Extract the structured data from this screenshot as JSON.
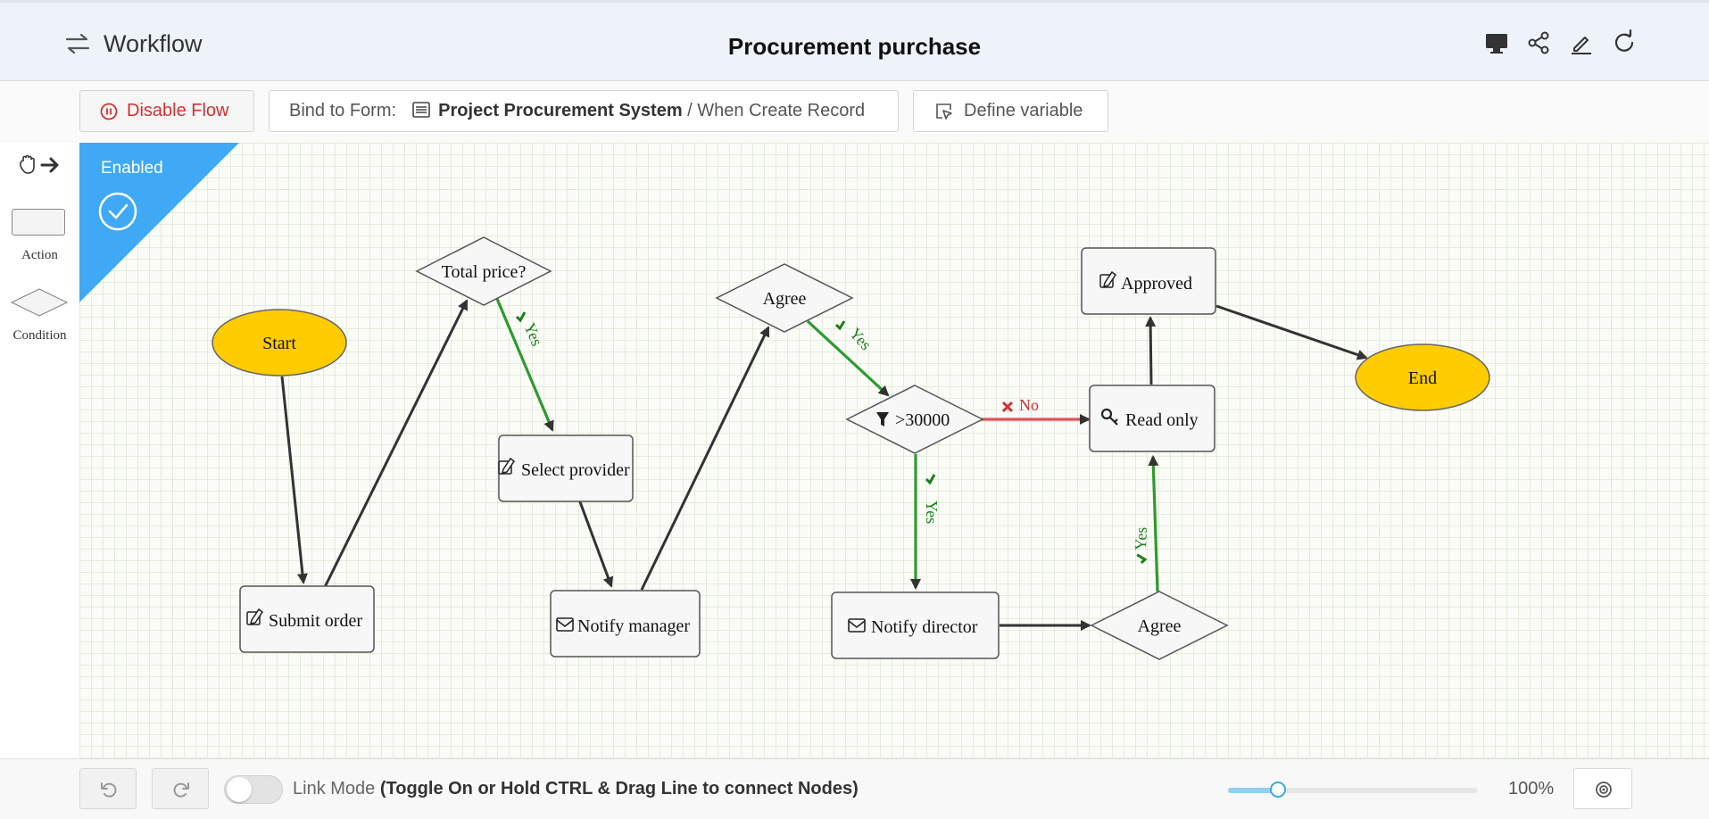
{
  "header": {
    "app_title": "Workflow",
    "page_title": "Procurement purchase",
    "icons": [
      "menu-swap-icon",
      "desktop-icon",
      "share-icon",
      "edit-icon",
      "refresh-icon"
    ]
  },
  "toolbar": {
    "disable_label": "Disable Flow",
    "bind_label": "Bind to Form:",
    "form_name": "Project Procurement System",
    "form_trigger": "/ When Create Record",
    "define_label": "Define variable"
  },
  "palette": {
    "action_label": "Action",
    "condition_label": "Condition"
  },
  "canvas": {
    "status_label": "Enabled",
    "nodes": {
      "start": "Start",
      "submit": "Submit order",
      "total_price": "Total price?",
      "select_provider": "Select provider",
      "notify_manager": "Notify manager",
      "agree1": "Agree",
      "gt30000": ">30000",
      "notify_director": "Notify director",
      "agree2": "Agree",
      "read_only": "Read only",
      "approved": "Approved",
      "end": "End"
    },
    "edge_labels": {
      "yes": "Yes",
      "no": "No"
    }
  },
  "footer": {
    "link_mode_label": "Link Mode",
    "link_mode_hint": "(Toggle On or Hold CTRL & Drag Line to connect Nodes)",
    "zoom_percent": 100,
    "zoom_text": "100%"
  },
  "colors": {
    "start_end_fill": "#FFCC00",
    "yes_edge": "#2e9a2e",
    "no_edge": "#e0505a",
    "enabled_banner": "#3fa9f5",
    "disable_text": "#d32f2f"
  }
}
